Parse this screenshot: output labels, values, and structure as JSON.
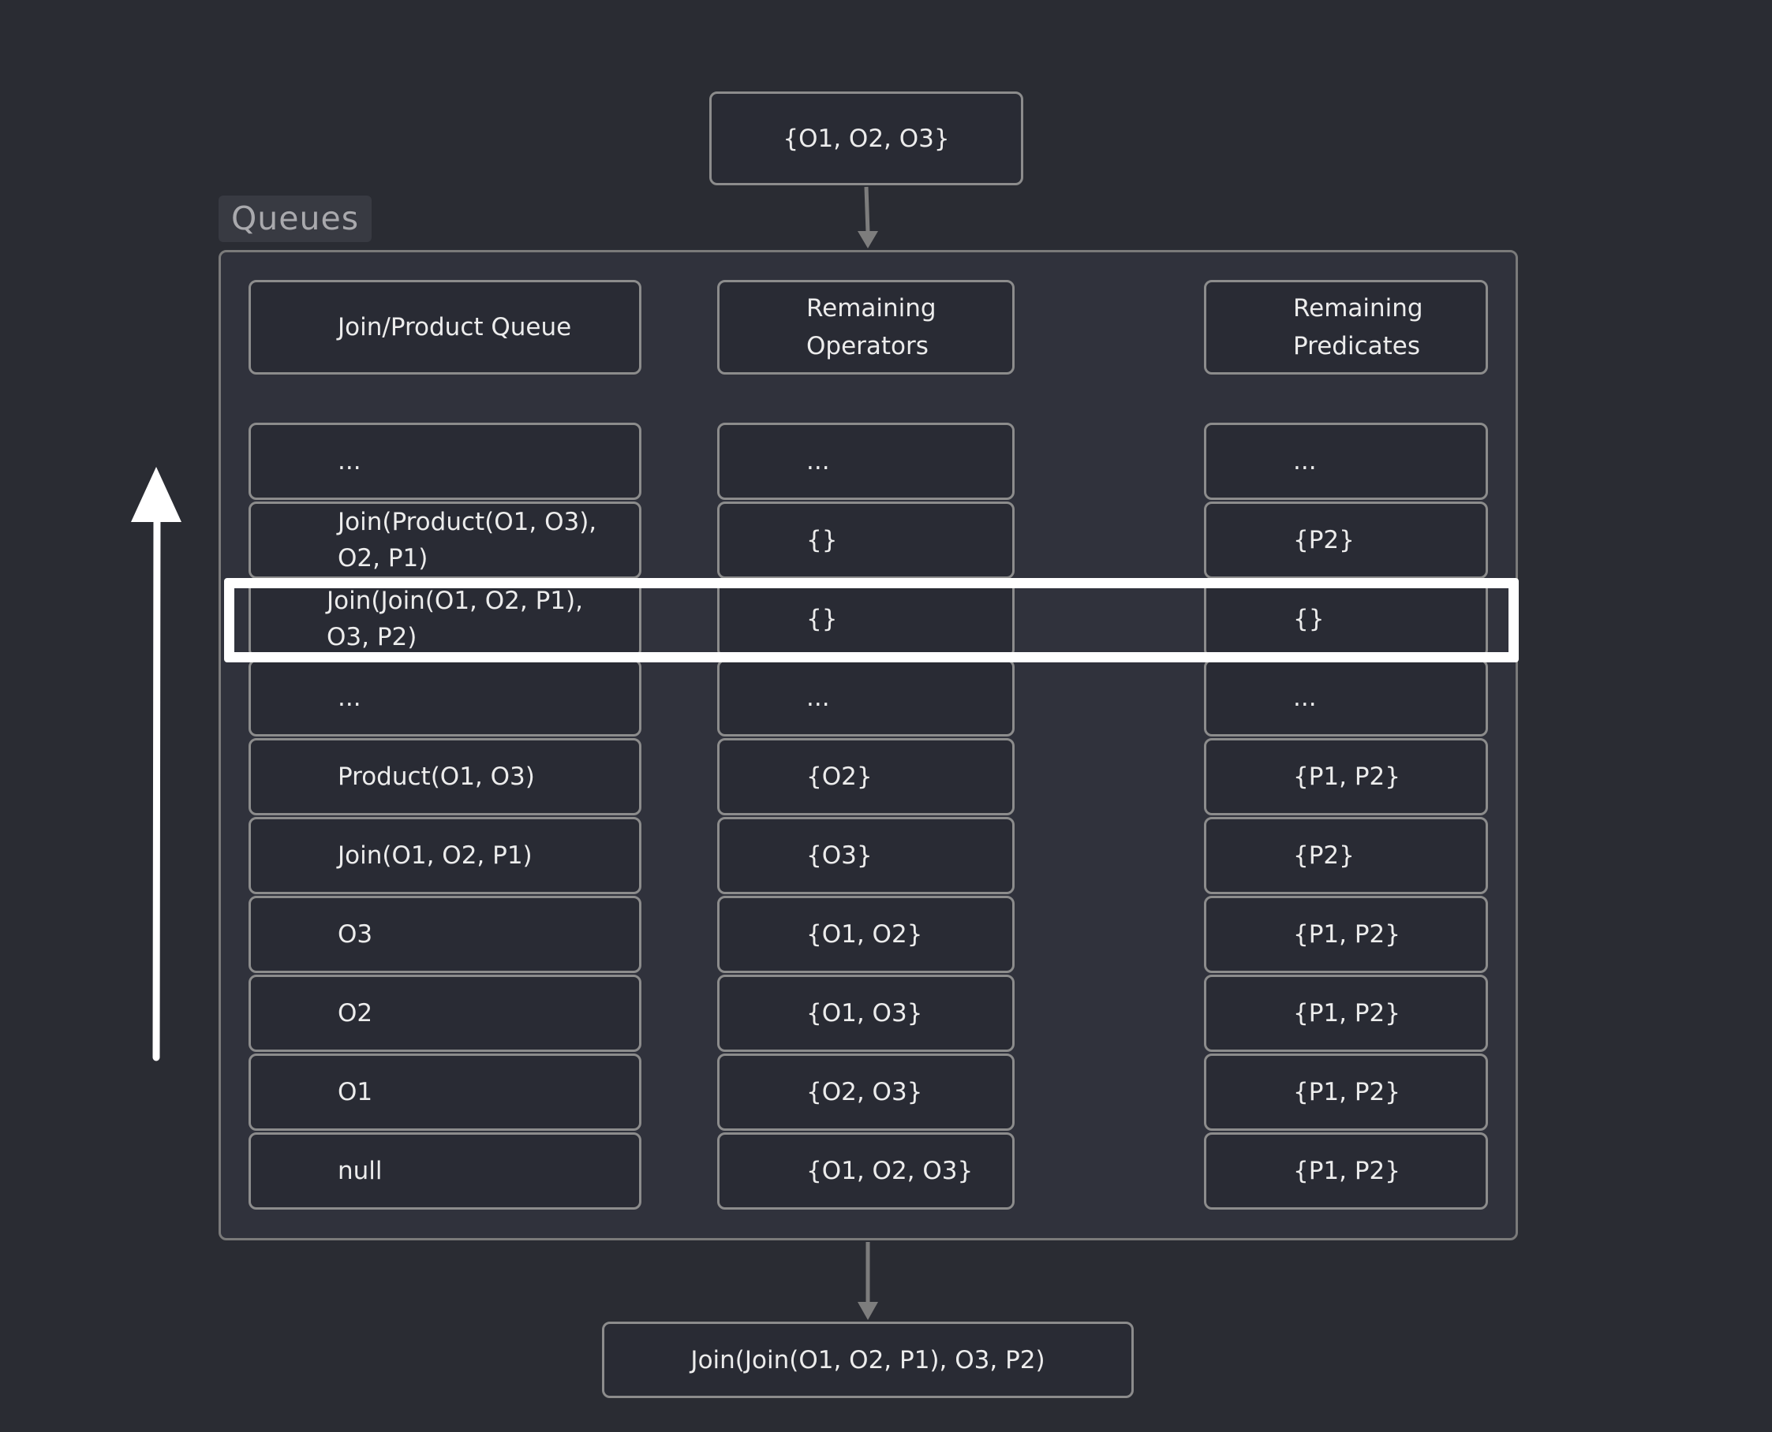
{
  "input_set": "{O1, O2, O3}",
  "output_plan": "Join(Join(O1, O2, P1), O3, P2)",
  "queues_label": "Queues",
  "headers": {
    "join_product_queue": "Join/Product Queue",
    "remaining_operators": "Remaining\nOperators",
    "remaining_predicates": "Remaining\nPredicates"
  },
  "rows": [
    {
      "queue": "...",
      "operators": "...",
      "predicates": "..."
    },
    {
      "queue": "Join(Product(O1, O3),\nO2, P1)",
      "operators": "{}",
      "predicates": "{P2}"
    },
    {
      "queue": "Join(Join(O1, O2, P1),\nO3, P2)",
      "operators": "{}",
      "predicates": "{}",
      "highlighted": true
    },
    {
      "queue": "...",
      "operators": "...",
      "predicates": "..."
    },
    {
      "queue": "Product(O1, O3)",
      "operators": "{O2}",
      "predicates": "{P1, P2}"
    },
    {
      "queue": "Join(O1, O2, P1)",
      "operators": "{O3}",
      "predicates": "{P2}"
    },
    {
      "queue": "O3",
      "operators": "{O1, O2}",
      "predicates": "{P1, P2}"
    },
    {
      "queue": "O2",
      "operators": "{O1, O3}",
      "predicates": "{P1, P2}"
    },
    {
      "queue": "O1",
      "operators": "{O2, O3}",
      "predicates": "{P1, P2}"
    },
    {
      "queue": "null",
      "operators": "{O1, O2, O3}",
      "predicates": "{P1, P2}"
    }
  ],
  "colors": {
    "background": "#2a2c33",
    "box_border": "#8c8c8c",
    "highlight": "#ffffff",
    "arrow": "#7d7d7d"
  }
}
